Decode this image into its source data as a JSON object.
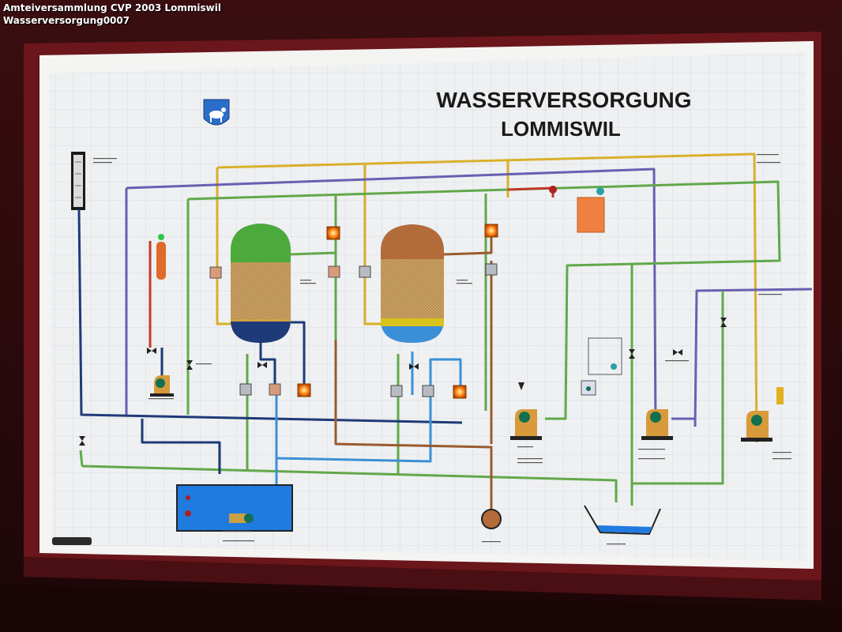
{
  "caption": {
    "line1": "Amteiversammlung CVP 2003 Lommiswil",
    "line2": "Wasserversorgung0007"
  },
  "board": {
    "title_line1": "WASSERVERSORGUNG",
    "title_line2": "LOMMISWIL"
  },
  "colors": {
    "frame": "#5a1418",
    "board": "#eef0f2",
    "pipe_yellow": "#d9b02a",
    "pipe_purple": "#6a5fb0",
    "pipe_green": "#62a84a",
    "pipe_navy": "#1e3a78",
    "pipe_blue": "#3b8fd6",
    "pipe_brown": "#9a5a2e",
    "pipe_red": "#c0392b"
  }
}
